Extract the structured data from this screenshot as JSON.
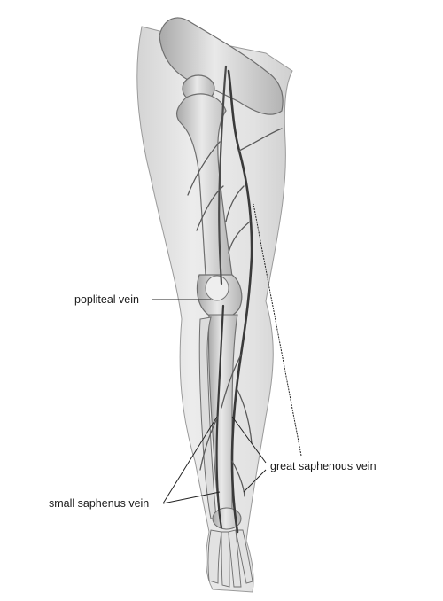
{
  "labels": {
    "popliteal_vein": "popliteal vein",
    "great_saphenous_vein": "great saphenous vein",
    "small_saphenus_vein": "small saphenus vein"
  },
  "colors": {
    "background": "#ffffff",
    "skin": "#e6e6e6",
    "bone": "#cfcfcf",
    "vein": "#3a3a3a",
    "leader": "#222222"
  }
}
